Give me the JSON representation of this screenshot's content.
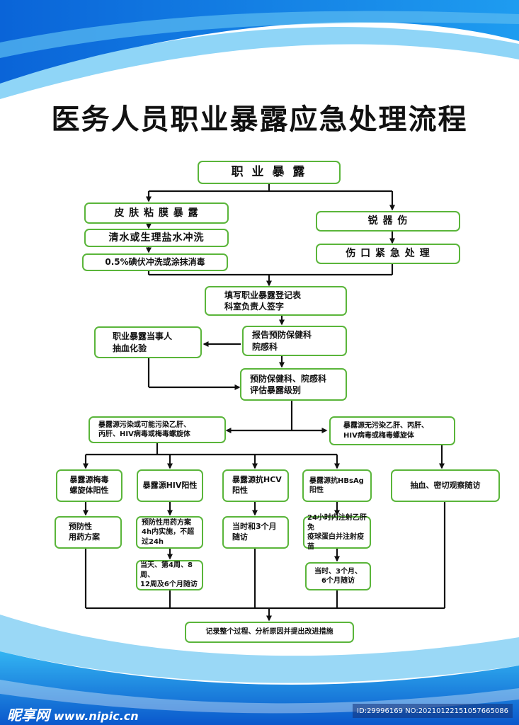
{
  "title": "医务人员职业暴露应急处理流程",
  "nodes": {
    "n1": "职 业 暴 露",
    "n2": "皮 肤 粘 膜 暴 露",
    "n3": "清水或生理盐水冲洗",
    "n4": "0.5%碘伏冲洗或涂抹消毒",
    "n5": "锐  器  伤",
    "n6": "伤 口 紧 急 处 理",
    "n7": "填写职业暴露登记表\n科室负责人签字",
    "n8": "报告预防保健科\n院感科",
    "n9": "职业暴露当事人\n抽血化验",
    "n10": "预防保健科、院感科\n评估暴露级别",
    "n11": "暴露源污染或可能污染乙肝、\n丙肝、HIV病毒或梅毒螺旋体",
    "n12": "暴露源无污染乙肝、丙肝、\nHIV病毒或梅毒螺旋体",
    "n13": "暴露源梅毒\n螺旋体阳性",
    "n14": "暴露源HIV阳性",
    "n15": "暴露源抗HCV\n阳性",
    "n16": "暴露源抗HBsAg\n阳性",
    "n17": "抽血、密切观察随访",
    "n18": "预防性\n用药方案",
    "n19": "预防性用药方案\n4h内实施，不超\n过24h",
    "n20": "当时和3个月\n随访",
    "n21": "24小时内注射乙肝免\n疫球蛋白并注射疫苗",
    "n22": "当天、第4周、8周、\n12周及6个月随访",
    "n23": "当时、3个月、\n6个月随访",
    "n24": "记录整个过程、分析原因并提出改进措施"
  },
  "footer": {
    "brand": "昵享网",
    "site": "www.nipic.cn",
    "id": "ID:29996169 NO:20210122151057665086"
  }
}
